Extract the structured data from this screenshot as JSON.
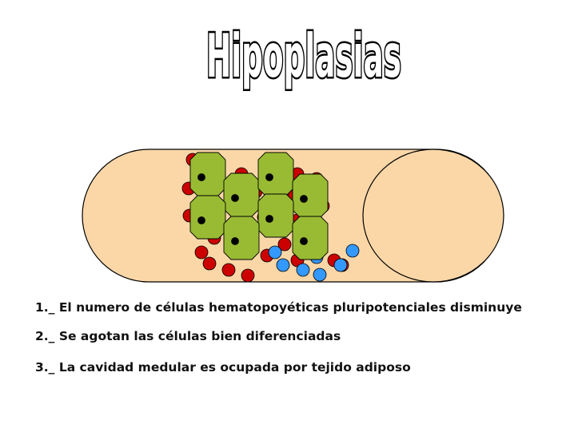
{
  "title": "Hipoplasias",
  "points": [
    "1._ El numero de células hematopoyéticas pluripotenciales disminuye",
    "2._ Se agotan las células bien diferenciadas",
    "3._ La cavidad medular es ocupada por tejido adiposo"
  ],
  "colors": {
    "bone_fill": "#FBD7A8",
    "outline": "#000000",
    "red_cell": "#CC0000",
    "blue_cell": "#3399FF",
    "precursor_cell": "#99BB33",
    "title_fill": "#FFFFFF"
  }
}
